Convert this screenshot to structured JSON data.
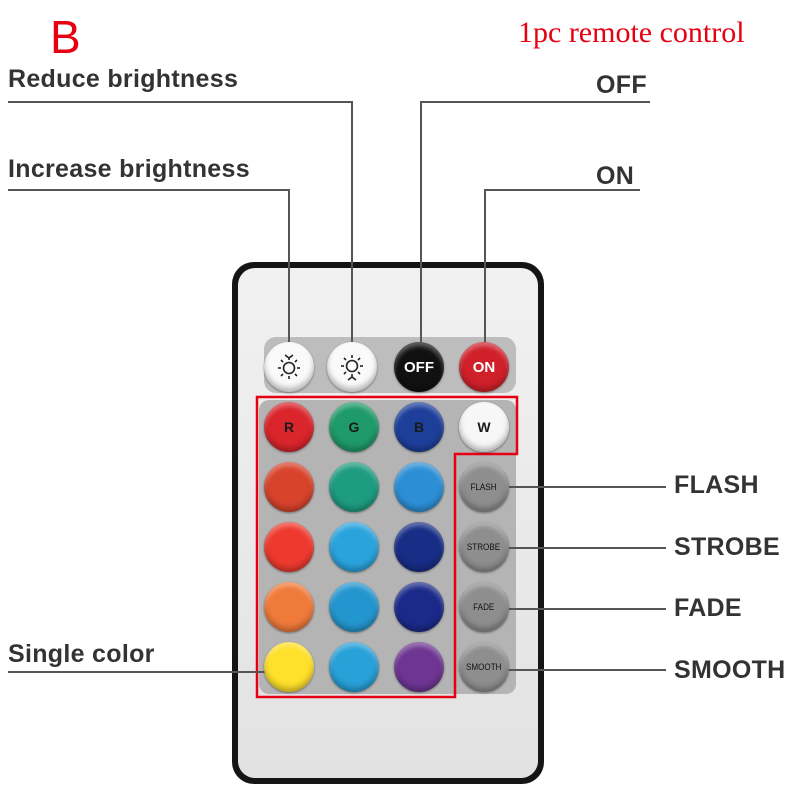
{
  "header": {
    "letter": "B",
    "caption": "1pc remote control"
  },
  "labels": {
    "reduce_brightness": "Reduce brightness",
    "increase_brightness": "Increase brightness",
    "off": "OFF",
    "on": "ON",
    "flash": "FLASH",
    "strobe": "STROBE",
    "fade": "FADE",
    "smooth": "SMOOTH",
    "single_color": "Single color"
  },
  "buttons": {
    "off": "OFF",
    "on": "ON",
    "red": "R",
    "green": "G",
    "blue": "B",
    "white": "W",
    "flash": "FLASH",
    "strobe": "STROBE",
    "fade": "FADE",
    "smooth": "SMOOTH"
  },
  "colors": {
    "accent_red": "#e60012",
    "label_text": "#333333",
    "remote_body": "#151515",
    "red": "#d9252b",
    "green": "#1f9a6a",
    "blue": "#1d3f9a",
    "white": "#f7f7f7",
    "orange_red": "#d8432c",
    "teal": "#1e9c80",
    "sky": "#2c8fd6",
    "bright_red": "#ee3a2e",
    "cyan": "#2aa3dc",
    "navy": "#172d86",
    "orange": "#f07a3a",
    "cyan2": "#2496cf",
    "dark_blue": "#1b2a8a",
    "yellow": "#ffe02a",
    "cyan3": "#28a0d8",
    "purple": "#6e3593"
  },
  "icons": [
    "sun-down-icon",
    "sun-up-icon"
  ]
}
